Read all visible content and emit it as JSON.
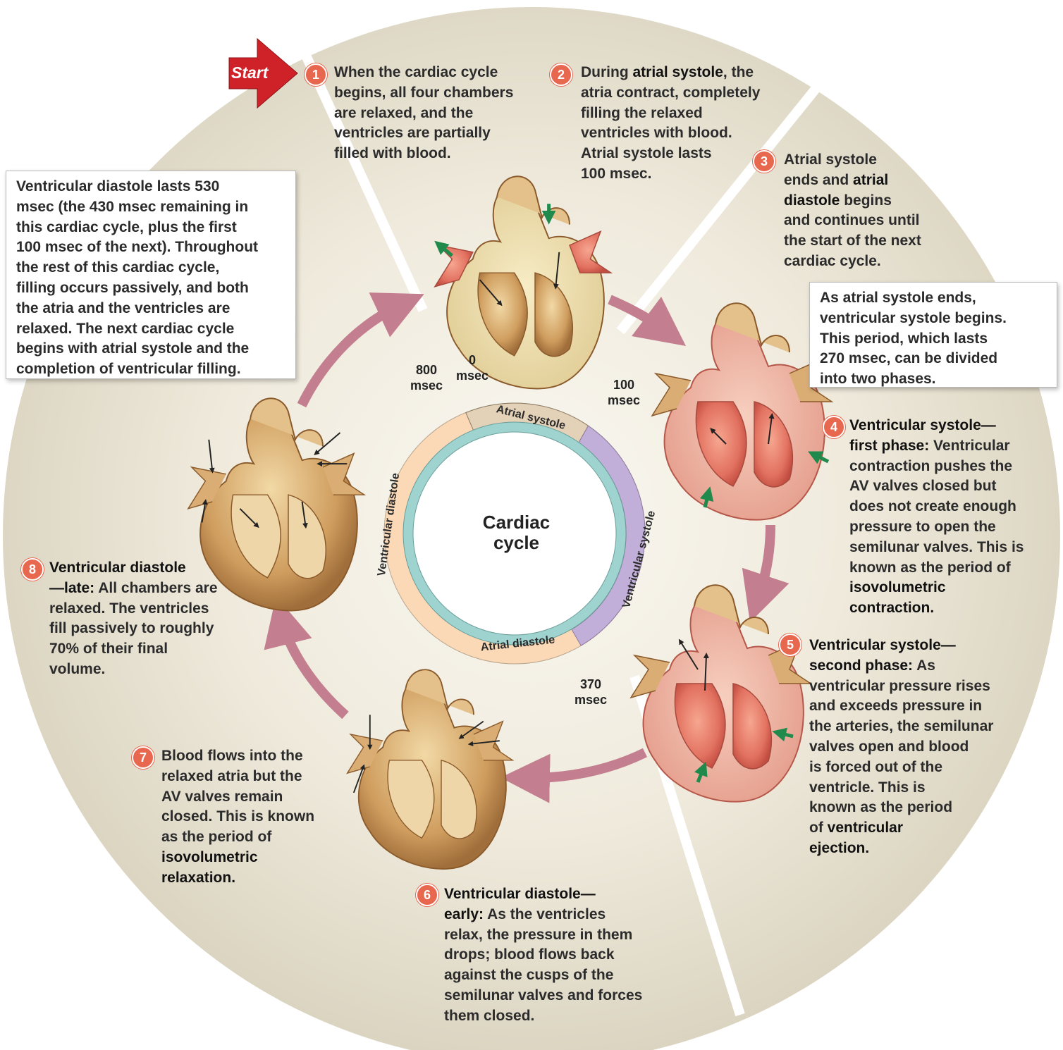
{
  "start_label": "Start",
  "center_title_line1": "Cardiac",
  "center_title_line2": "cycle",
  "ring_labels": {
    "atrial_systole": "Atrial systole",
    "ventricular_systole": "Ventricular systole",
    "atrial_diastole": "Atrial diastole",
    "ventricular_diastole": "Ventricular diastole"
  },
  "time_marks": {
    "t0_a": "0",
    "t0_b": "msec",
    "t800_a": "800",
    "t800_b": "msec",
    "t100_a": "100",
    "t100_b": "msec",
    "t370_a": "370",
    "t370_b": "msec"
  },
  "steps": [
    {
      "num": "1",
      "lines": [
        "When the cardiac cycle",
        "begins, all four chambers",
        "are relaxed, and the",
        "ventricles are partially",
        "filled with blood."
      ]
    },
    {
      "num": "2",
      "l1a": "During ",
      "l1b": "atrial systole",
      "l1c": ", the",
      "lines": [
        "atria contract, completely",
        "filling the relaxed",
        "ventricles with blood.",
        "Atrial systole lasts",
        "100 msec."
      ]
    },
    {
      "num": "3",
      "l1": "Atrial systole",
      "l2a": "ends and ",
      "l2b": "atrial",
      "l3a": "diastole",
      "l3b": " begins",
      "lines": [
        "and continues until",
        "the start of the next",
        "cardiac cycle."
      ]
    },
    {
      "num": "4",
      "head1": "Ventricular systole—",
      "head2": "first phase:",
      "l2tail": " Ventricular",
      "lines": [
        "contraction pushes the",
        "AV valves closed but",
        "does not create enough",
        "pressure to open the",
        "semilunar valves. This is",
        "known as the period of"
      ],
      "bold1": "isovolumetric",
      "bold2": "contraction."
    },
    {
      "num": "5",
      "head1": "Ventricular systole—",
      "head2": "second phase:",
      "l2tail": " As",
      "lines": [
        "ventricular pressure rises",
        "and exceeds pressure in",
        "the arteries, the semilunar",
        "valves open and blood",
        "is forced out of the",
        "ventricle. This is",
        "known as the period"
      ],
      "l8a": "of ",
      "l8b": "ventricular",
      "bold_last": "ejection."
    },
    {
      "num": "6",
      "head1": "Ventricular diastole—",
      "head2": "early:",
      "l2tail": " As the ventricles",
      "lines": [
        "relax, the pressure in them",
        "drops; blood flows back",
        "against the cusps of the",
        "semilunar valves and forces",
        "them closed."
      ]
    },
    {
      "num": "7",
      "lines": [
        "Blood flows into the",
        "relaxed atria but the",
        "AV valves remain",
        "closed. This is known",
        "as the period of"
      ],
      "bold1": "isovolumetric",
      "bold2": "relaxation."
    },
    {
      "num": "8",
      "head1": "Ventricular diastole",
      "head2": "—late:",
      "l2tail": " All chambers are",
      "lines": [
        "relaxed. The ventricles",
        "fill passively to roughly",
        "70% of their final",
        "volume."
      ]
    }
  ],
  "box_left": [
    "Ventricular diastole lasts 530",
    "msec (the 430 msec remaining in",
    "this cardiac cycle, plus the first",
    "100 msec of the next). Throughout",
    "the rest of this cardiac cycle,",
    "filling occurs passively, and both",
    "the atria and the ventricles are",
    "relaxed. The next cardiac cycle",
    "begins with atrial systole and the",
    "completion of ventricular filling."
  ],
  "box_right": [
    "As atrial systole ends,",
    "ventricular systole begins.",
    "This period, which lasts",
    "270 msec, can be divided",
    "into two phases."
  ],
  "colors": {
    "background_disc": "#dcd6c4",
    "ring_outer": "#fbd9b6",
    "ring_inner": "#9ed3cf",
    "ring_atrial_systole": "#e4d2b8",
    "ring_ventricular_systole": "#c1afd9",
    "arrow": "#c37f8f",
    "marker": "#e8674f",
    "start_arrow": "#d2232a",
    "heart_tan": "#c99556",
    "heart_red": "#e36e5d"
  }
}
